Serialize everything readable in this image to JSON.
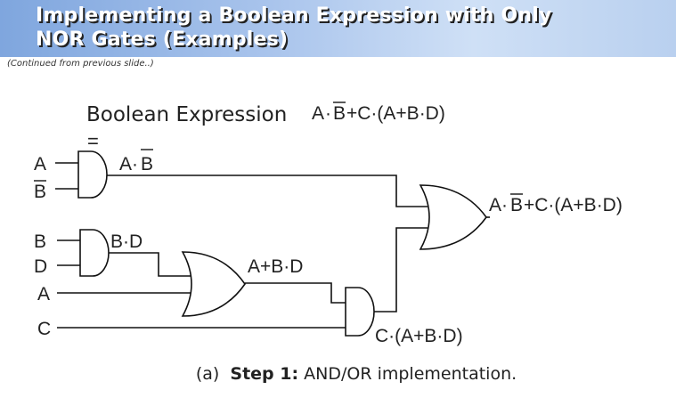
{
  "header": {
    "title_line1": "Implementing a Boolean Expression with Only",
    "title_line2": "NOR Gates (Examples)",
    "subtitle": "(Continued from previous slide..)"
  },
  "diagram": {
    "heading": "Boolean Expression",
    "equals": "=",
    "expression": {
      "a": "A",
      "dot1": "·",
      "bbar": "B",
      "plus": "+C·(A+B·D)"
    },
    "inputs": [
      "A",
      "B",
      "B",
      "D",
      "A",
      "C"
    ],
    "labels": {
      "and1_a": "A·",
      "and1_b": "B",
      "bd": "B·D",
      "a_bd": "A+B·D",
      "c_term": "C·(A+B·D)",
      "out_a": "A·",
      "out_b": "B",
      "out_rest": "+C·(A+B·D)"
    }
  },
  "caption": {
    "prefix": "(a)",
    "bold": "Step 1:",
    "text": "AND/OR implementation."
  }
}
